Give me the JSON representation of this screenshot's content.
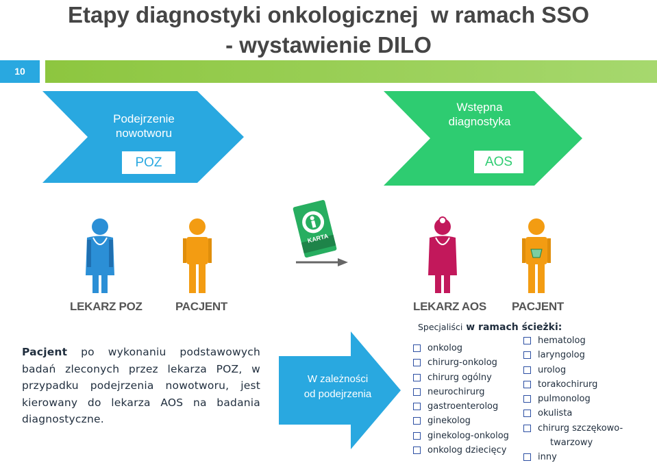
{
  "title_line1": "Etapy diagnostyki onkologicznej  w ramach SSO",
  "title_line2": "- wystawienie DILO",
  "slide_number": "10",
  "stage1": {
    "label_line1": "Podejrzenie",
    "label_line2": "nowotworu",
    "box": "POZ",
    "color": "#29a8e0"
  },
  "stage2": {
    "label_line1": "Wstępna",
    "label_line2": "diagnostyka",
    "box": "AOS",
    "color": "#2ecc71"
  },
  "figures": {
    "left_doctor": "LEKARZ POZ",
    "left_patient": "PACJENT",
    "right_doctor": "LEKARZ AOS",
    "right_patient": "PACJENT"
  },
  "karta_label": "KARTA",
  "paragraph": {
    "bold": "Pacjent",
    "rest": " po wykonaniu podstawowych badań zleconych przez lekarza POZ, w przypadku podejrzenia nowotworu, jest kierowany do lekarza AOS na badania diagnostyczne."
  },
  "arrow2": {
    "line1": "W zależności",
    "line2": "od podejrzenia"
  },
  "specialists": {
    "heading_prefix": "Specjaliści",
    "heading_bold": " w ramach ścieżki:",
    "col1": [
      "onkolog",
      "chirurg-onkolog",
      "chirurg ogólny",
      "neurochirurg",
      "gastroenterolog",
      "ginekolog",
      "ginekolog-onkolog",
      "onkolog dziecięcy"
    ],
    "col2": [
      "hematolog",
      "laryngolog",
      "urolog",
      "torakochirurg",
      "pulmonolog",
      "okulista",
      "chirurg szczękowo-",
      "twarzowy",
      "inny"
    ]
  },
  "colors": {
    "blue": "#29a8e0",
    "green": "#2ecc71",
    "doctor_blue": "#2b8fd6",
    "patient_orange": "#f39c12",
    "doctor_magenta": "#c2185b"
  }
}
